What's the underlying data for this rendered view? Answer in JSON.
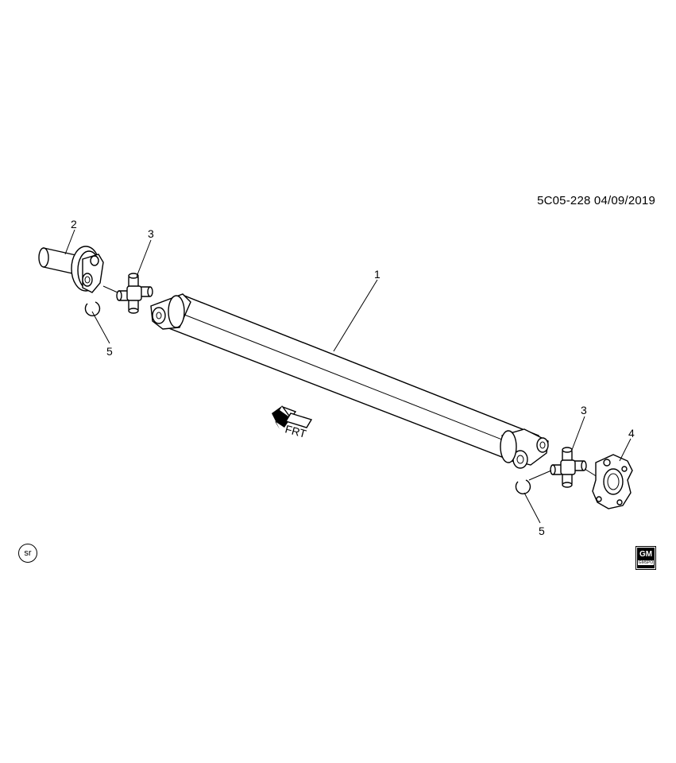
{
  "diagram": {
    "code": "5C05-228  04/09/2019",
    "callouts": {
      "shaft": "1",
      "front_yoke": "2",
      "joint_front": "3",
      "joint_rear": "3",
      "flange": "4",
      "ring_front": "5",
      "ring_rear": "5"
    },
    "direction_label": "FRT",
    "corner_badge": "sr",
    "logo": {
      "main": "GM",
      "sub": "GMSPO"
    }
  }
}
